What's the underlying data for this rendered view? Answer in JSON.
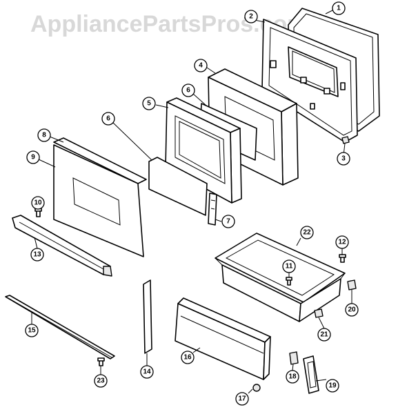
{
  "watermark": "AppliancePartsPros.com",
  "callouts": [
    {
      "id": "c1",
      "label": "1"
    },
    {
      "id": "c2",
      "label": "2"
    },
    {
      "id": "c3",
      "label": "3"
    },
    {
      "id": "c4",
      "label": "4"
    },
    {
      "id": "c6a",
      "label": "6"
    },
    {
      "id": "c5",
      "label": "5"
    },
    {
      "id": "c6b",
      "label": "6"
    },
    {
      "id": "c8",
      "label": "8"
    },
    {
      "id": "c9",
      "label": "9"
    },
    {
      "id": "c10",
      "label": "10"
    },
    {
      "id": "c7",
      "label": "7"
    },
    {
      "id": "c13",
      "label": "13"
    },
    {
      "id": "c22",
      "label": "22"
    },
    {
      "id": "c12",
      "label": "12"
    },
    {
      "id": "c11",
      "label": "11"
    },
    {
      "id": "c20",
      "label": "20"
    },
    {
      "id": "c21",
      "label": "21"
    },
    {
      "id": "c15",
      "label": "15"
    },
    {
      "id": "c14",
      "label": "14"
    },
    {
      "id": "c16",
      "label": "16"
    },
    {
      "id": "c23",
      "label": "23"
    },
    {
      "id": "c17",
      "label": "17"
    },
    {
      "id": "c18",
      "label": "18"
    },
    {
      "id": "c19",
      "label": "19"
    }
  ]
}
